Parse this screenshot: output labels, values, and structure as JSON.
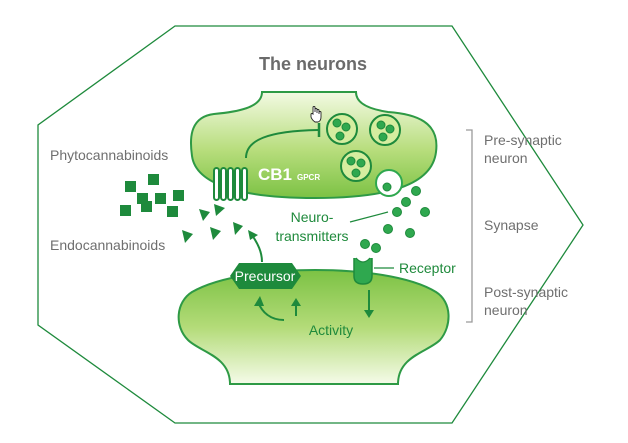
{
  "title": "The neurons",
  "labels": {
    "phytocannabinoids": "Phytocannabinoids",
    "endocannabinoids": "Endocannabinoids",
    "cb1": "CB1",
    "gpcr": "GPCR",
    "neurotransmitters_line1": "Neuro-",
    "neurotransmitters_line2": "transmitters",
    "receptor": "Receptor",
    "precursor": "Precursor",
    "activity": "Activity"
  },
  "legend": {
    "pre_synaptic_line1": "Pre-synaptic",
    "pre_synaptic_line2": "neuron",
    "synapse": "Synapse",
    "post_synaptic_line1": "Post-synaptic",
    "post_synaptic_line2": "neuron"
  },
  "colors": {
    "dark_green": "#1e8a3c",
    "mid_green": "#2fa84f",
    "light_green": "#c9e79a",
    "neuron_gradient_top": "#e9f5cf",
    "neuron_gradient_bottom": "#7dc242",
    "hexagon_stroke": "#1e8a3c",
    "bracket_gray": "#9a9a9a"
  },
  "icons": [
    "hand-cursor-icon"
  ]
}
